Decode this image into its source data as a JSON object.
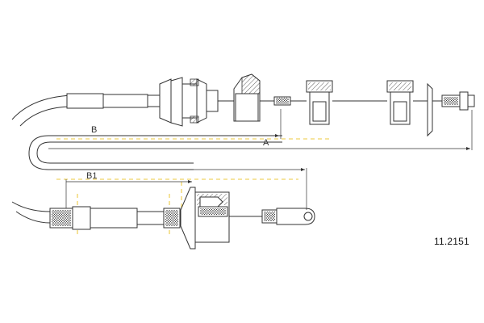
{
  "labels": {
    "dim_b": "B",
    "dim_a": "A",
    "dim_b1": "B1"
  },
  "part_number": "11.2151",
  "colors": {
    "line": "#333333",
    "guide": "#e6b800",
    "background": "#ffffff"
  }
}
